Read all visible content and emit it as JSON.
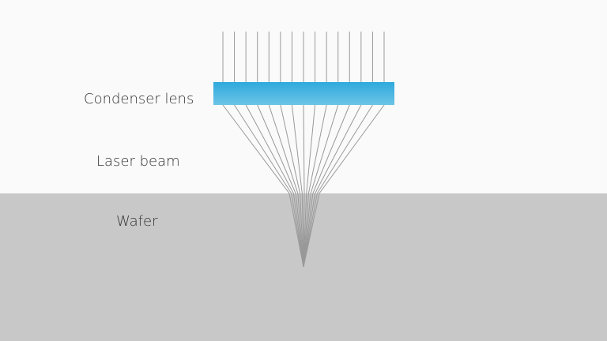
{
  "labels": {
    "lens": "Condenser lens",
    "beam": "Laser beam",
    "wafer": "Wafer"
  },
  "colors": {
    "lens_top": "#2ea9dd",
    "lens_bottom": "#6cc4e6",
    "wafer": "#c8c8c8",
    "background": "#fafafa",
    "beam": "#999999"
  },
  "beam_count": 15
}
